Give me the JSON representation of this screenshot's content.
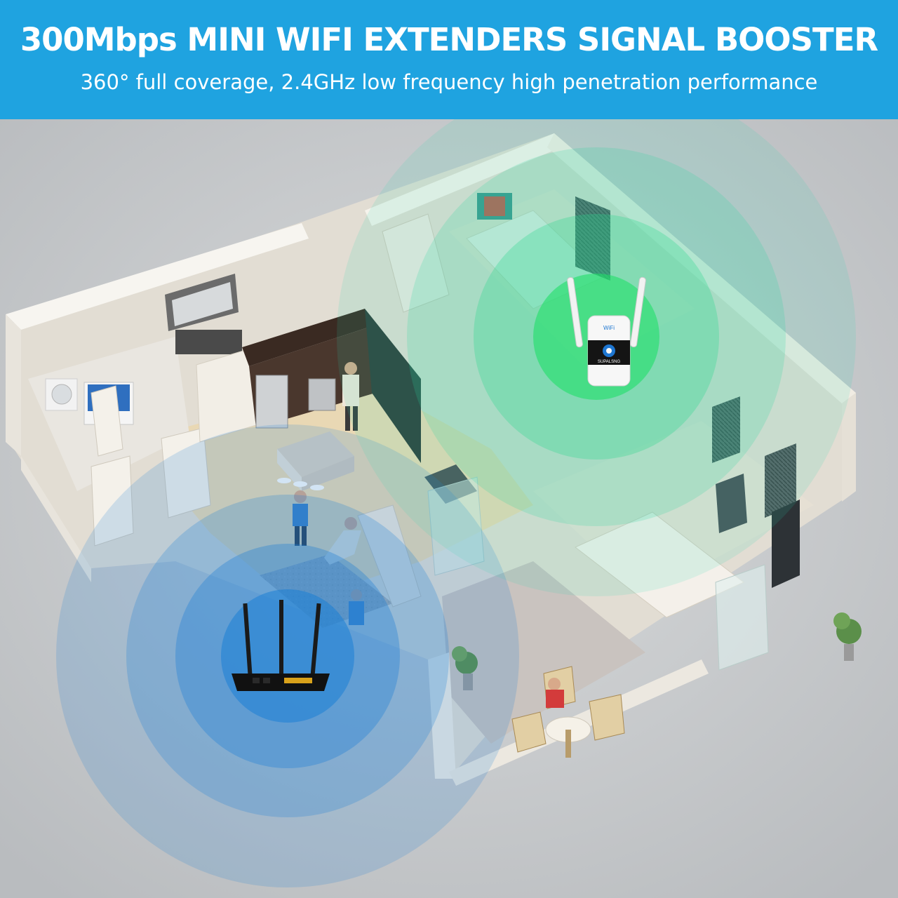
{
  "banner": {
    "headline": "300Mbps MINI WIFI EXTENDERS SIGNAL BOOSTER",
    "subline": "360° full coverage, 2.4GHz low frequency high penetration performance"
  },
  "extender": {
    "logo_text": "SUPALSNG",
    "wifi_text": "WiFi"
  },
  "colors": {
    "banner": "#1fa3e0",
    "router_signal": "#1c7fd6",
    "extender_signal": "#27d68a",
    "background": "#c9cbcd"
  }
}
